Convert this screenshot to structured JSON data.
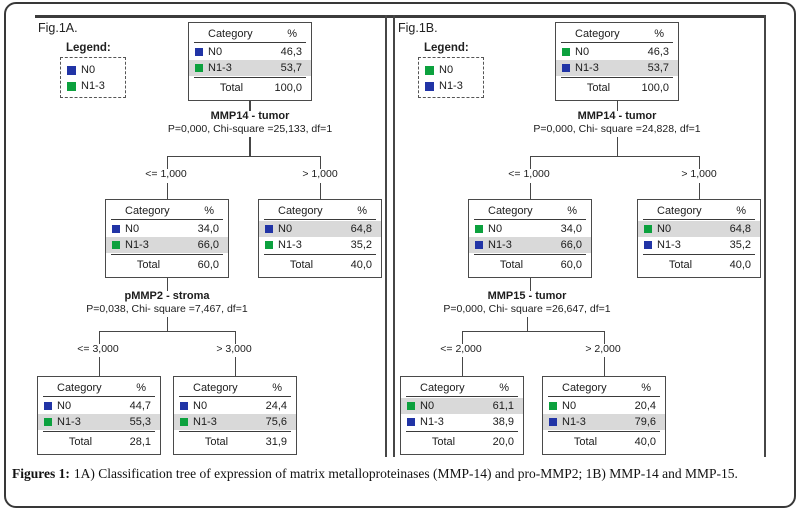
{
  "labels": {
    "category": "Category",
    "percent": "%",
    "total": "Total"
  },
  "colors": {
    "blue": "#2134a6",
    "green": "#0ca13e",
    "highlight": "#d9d9d9",
    "line": "#464646"
  },
  "caption": {
    "bold": "Figures 1:",
    "text": "1A) Classification tree of expression of matrix metalloproteinases (MMP-14) and pro-MMP2; 1B) MMP-14 and MMP-15."
  },
  "panels": [
    {
      "fig_label": "Fig.1A.",
      "legend": {
        "title": "Legend:",
        "items": [
          {
            "label": "N0",
            "color": "#2134a6"
          },
          {
            "label": "N1-3",
            "color": "#0ca13e"
          }
        ]
      },
      "splits": [
        {
          "name": "MMP14 - tumor",
          "stats": "P=0,000, Chi-square =25,133, df=1",
          "left": "<= 1,000",
          "right": "> 1,000"
        },
        {
          "name": "pMMP2 - stroma",
          "stats": "P=0,038, Chi- square =7,467, df=1",
          "left": "<= 3,000",
          "right": "> 3,000"
        }
      ],
      "nodes": {
        "root": {
          "rows": [
            {
              "label": "N0",
              "value": "46,3",
              "color": "#2134a6",
              "highlight": false
            },
            {
              "label": "N1-3",
              "value": "53,7",
              "color": "#0ca13e",
              "highlight": true
            }
          ],
          "total": "100,0"
        },
        "left": {
          "rows": [
            {
              "label": "N0",
              "value": "34,0",
              "color": "#2134a6",
              "highlight": false
            },
            {
              "label": "N1-3",
              "value": "66,0",
              "color": "#0ca13e",
              "highlight": true
            }
          ],
          "total": "60,0"
        },
        "right": {
          "rows": [
            {
              "label": "N0",
              "value": "64,8",
              "color": "#2134a6",
              "highlight": true
            },
            {
              "label": "N1-3",
              "value": "35,2",
              "color": "#0ca13e",
              "highlight": false
            }
          ],
          "total": "40,0"
        },
        "leaf_left": {
          "rows": [
            {
              "label": "N0",
              "value": "44,7",
              "color": "#2134a6",
              "highlight": false
            },
            {
              "label": "N1-3",
              "value": "55,3",
              "color": "#0ca13e",
              "highlight": true
            }
          ],
          "total": "28,1"
        },
        "leaf_right": {
          "rows": [
            {
              "label": "N0",
              "value": "24,4",
              "color": "#2134a6",
              "highlight": false
            },
            {
              "label": "N1-3",
              "value": "75,6",
              "color": "#0ca13e",
              "highlight": true
            }
          ],
          "total": "31,9"
        }
      }
    },
    {
      "fig_label": "Fig.1B.",
      "legend": {
        "title": "Legend:",
        "items": [
          {
            "label": "N0",
            "color": "#0ca13e"
          },
          {
            "label": "N1-3",
            "color": "#2134a6"
          }
        ]
      },
      "splits": [
        {
          "name": "MMP14 - tumor",
          "stats": "P=0,000, Chi- square =24,828, df=1",
          "left": "<= 1,000",
          "right": "> 1,000"
        },
        {
          "name": "MMP15 - tumor",
          "stats": "P=0,000, Chi- square =26,647, df=1",
          "left": "<= 2,000",
          "right": "> 2,000"
        }
      ],
      "nodes": {
        "root": {
          "rows": [
            {
              "label": "N0",
              "value": "46,3",
              "color": "#0ca13e",
              "highlight": false
            },
            {
              "label": "N1-3",
              "value": "53,7",
              "color": "#2134a6",
              "highlight": true
            }
          ],
          "total": "100,0"
        },
        "left": {
          "rows": [
            {
              "label": "N0",
              "value": "34,0",
              "color": "#0ca13e",
              "highlight": false
            },
            {
              "label": "N1-3",
              "value": "66,0",
              "color": "#2134a6",
              "highlight": true
            }
          ],
          "total": "60,0"
        },
        "right": {
          "rows": [
            {
              "label": "N0",
              "value": "64,8",
              "color": "#0ca13e",
              "highlight": true
            },
            {
              "label": "N1-3",
              "value": "35,2",
              "color": "#2134a6",
              "highlight": false
            }
          ],
          "total": "40,0"
        },
        "leaf_left": {
          "rows": [
            {
              "label": "N0",
              "value": "61,1",
              "color": "#0ca13e",
              "highlight": true
            },
            {
              "label": "N1-3",
              "value": "38,9",
              "color": "#2134a6",
              "highlight": false
            }
          ],
          "total": "20,0"
        },
        "leaf_right": {
          "rows": [
            {
              "label": "N0",
              "value": "20,4",
              "color": "#0ca13e",
              "highlight": false
            },
            {
              "label": "N1-3",
              "value": "79,6",
              "color": "#2134a6",
              "highlight": true
            }
          ],
          "total": "40,0"
        }
      }
    }
  ]
}
